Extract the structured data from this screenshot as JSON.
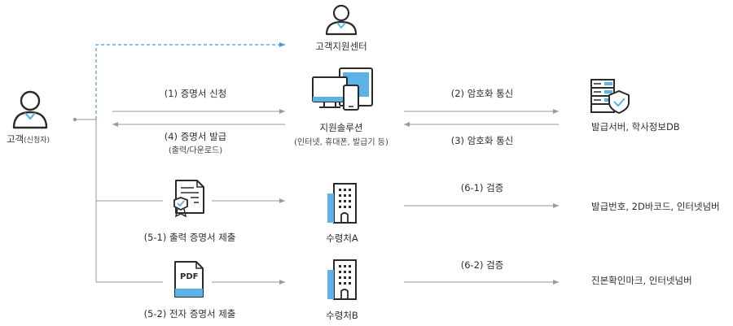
{
  "actors": {
    "customer": "고객",
    "customer_sub": "(신청자)",
    "support_center": "고객지원센터"
  },
  "flows": {
    "apply": "(1) 증명서 신청",
    "issue": "(4) 증명서 발급",
    "issue_sub": "(출력/다운로드)",
    "encrypt_out": "(2) 암호화 통신",
    "encrypt_in": "(3) 암호화 통신",
    "submit_print": "(5-1) 출력 증명서 제출",
    "submit_electronic": "(5-2) 전자 증명서 제출",
    "verify_a": "(6-1) 검증",
    "verify_b": "(6-2) 검증"
  },
  "nodes": {
    "solution": "지원솔루션",
    "solution_sub": "(인터넷, 휴대폰, 발급기 등)",
    "server": "발급서버, 학사정보DB",
    "recipient_a": "수령처A",
    "recipient_b": "수령처B",
    "pdf_icon_text": "PDF"
  },
  "results": {
    "verify_a_methods": "발급번호, 2D바코드, 인터넷넘버",
    "verify_b_methods": "진본확인마크, 인터넷넘버"
  },
  "colors": {
    "accent_blue": "#5bb3e8",
    "dashed_blue": "#3d9be0",
    "line_gray": "#9a9a9a",
    "icon_dark": "#2b2b2b"
  }
}
